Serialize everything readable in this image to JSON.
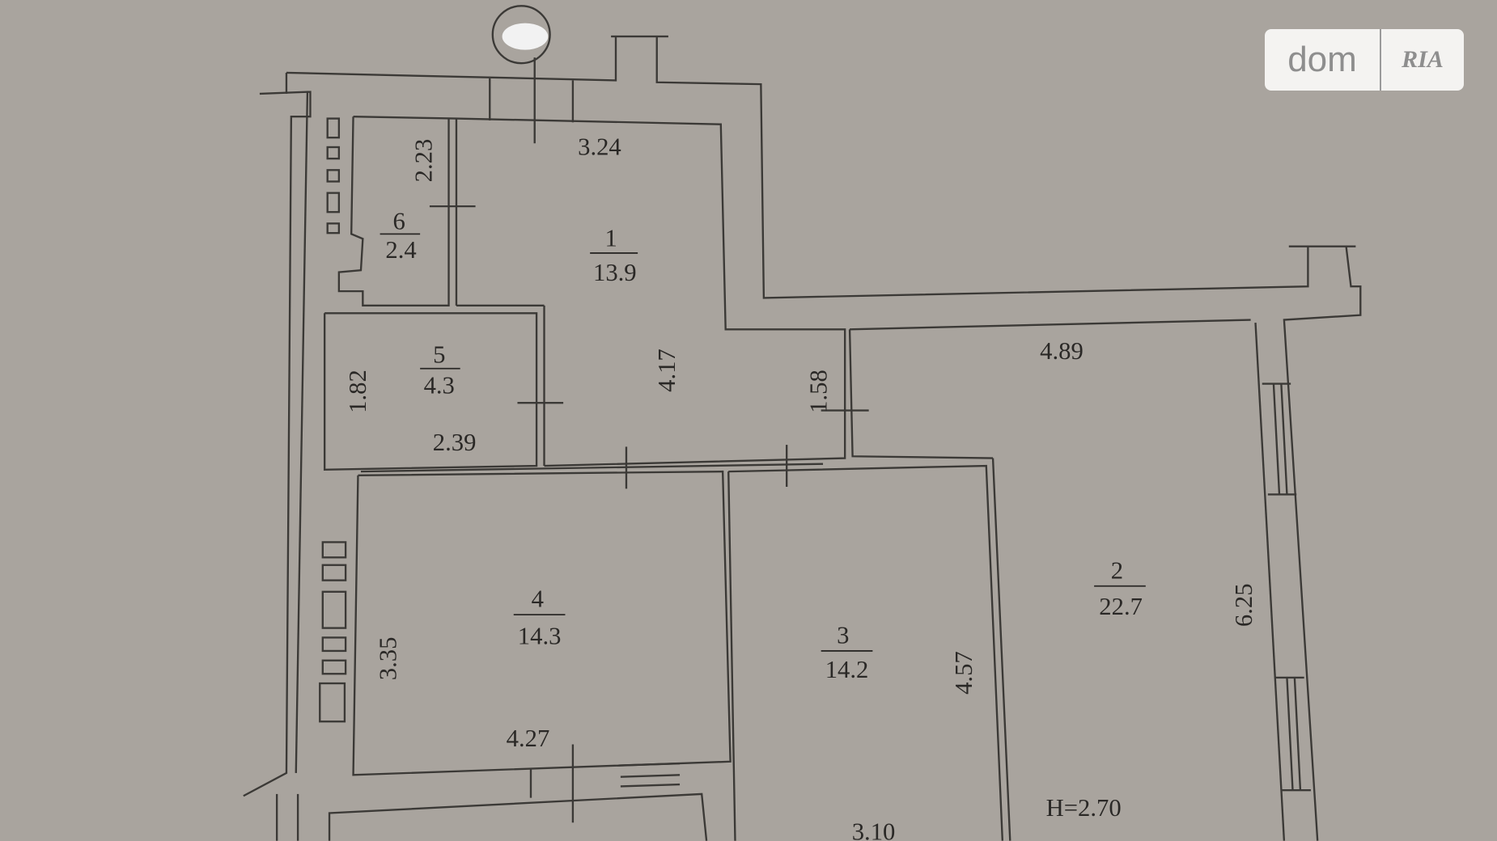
{
  "logo": {
    "text_left": "dom",
    "text_right": "RIA"
  },
  "rooms": [
    {
      "number": "1",
      "area": "13.9"
    },
    {
      "number": "2",
      "area": "22.7"
    },
    {
      "number": "3",
      "area": "14.2"
    },
    {
      "number": "4",
      "area": "14.3"
    },
    {
      "number": "5",
      "area": "4.3"
    },
    {
      "number": "6",
      "area": "2.4"
    }
  ],
  "dimensions": {
    "d324": "3.24",
    "d223": "2.23",
    "d417": "4.17",
    "d158": "1.58",
    "d182": "1.82",
    "d239": "2.39",
    "d489": "4.89",
    "d625": "6.25",
    "d335": "3.35",
    "d427": "4.27",
    "d457": "4.57",
    "d310": "3.10"
  },
  "ceiling_height": "H=2.70",
  "colors": {
    "paper": "#a9a49e",
    "ink": "#3b3936"
  }
}
